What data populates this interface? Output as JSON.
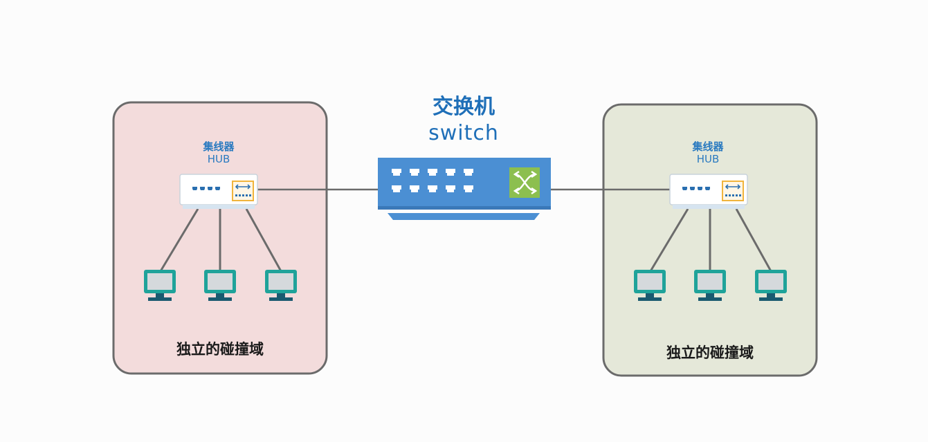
{
  "switch": {
    "title": "交换机",
    "subtitle": "switch"
  },
  "left_domain": {
    "hub_title": "集线器",
    "hub_subtitle": "HUB",
    "label": "独立的碰撞域",
    "background": "#f3dcdc"
  },
  "right_domain": {
    "hub_title": "集线器",
    "hub_subtitle": "HUB",
    "label": "独立的碰撞域",
    "background": "#e5e8d9"
  },
  "colors": {
    "switch_blue": "#4b8fd3",
    "switch_icon_green": "#8cbf4f",
    "hub_accent": "#f0b43c",
    "computer_frame": "#1fa39a",
    "link_gray": "#6b6b6b",
    "title_blue": "#1f6fb8"
  }
}
